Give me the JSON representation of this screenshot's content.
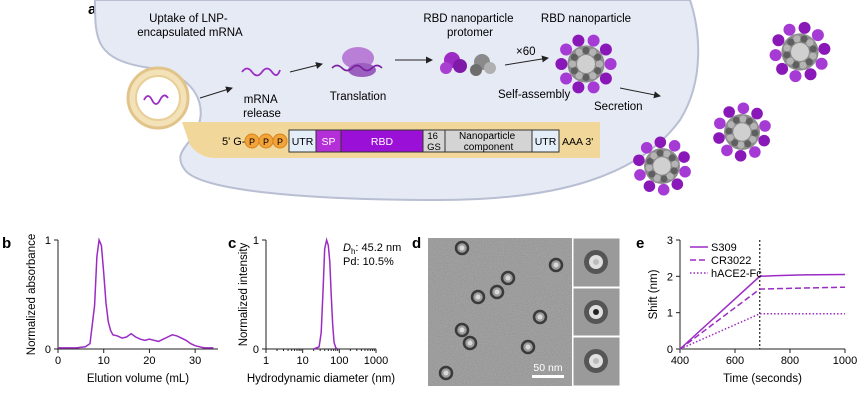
{
  "panel_a": {
    "letter": "a",
    "uptake": [
      "Uptake of LNP-",
      "encapsulated mRNA"
    ],
    "release": [
      "mRNA",
      "release"
    ],
    "translation": "Translation",
    "protomer": [
      "RBD nanoparticle",
      "protomer"
    ],
    "nanoparticle": "RBD nanoparticle",
    "times": "×60",
    "self_assembly": "Self-assembly",
    "secretion": "Secretion",
    "construct": {
      "five_prime": "5' G-",
      "p": "P",
      "utr": "UTR",
      "sp": "SP",
      "rbd": "RBD",
      "gs_top": "16",
      "gs_bottom": "GS",
      "np_top": "Nanoparticle",
      "np_bottom": "component",
      "utr2": "UTR",
      "tail": "AAA 3'"
    }
  },
  "panel_d": {
    "letter": "d",
    "scale_label": "50 nm"
  },
  "chart_data": [
    {
      "panel": "b",
      "type": "line",
      "xlabel": "Elution volume (mL)",
      "ylabel": "Normalized absorbance",
      "xlim": [
        0,
        35
      ],
      "ylim": [
        0,
        1
      ],
      "xticks": [
        "0",
        "10",
        "20",
        "30"
      ],
      "yticks": [
        "0",
        "1"
      ],
      "series": [
        {
          "x": [
            0,
            4,
            6,
            7,
            8,
            8.5,
            9,
            9.5,
            10,
            10.5,
            11,
            11.5,
            12,
            13,
            14,
            15,
            16,
            17,
            18,
            19,
            20,
            21,
            22,
            23,
            24,
            25,
            26,
            27,
            28,
            29,
            30,
            31,
            32,
            33,
            34
          ],
          "y": [
            0.01,
            0.01,
            0.02,
            0.05,
            0.4,
            0.85,
            1.0,
            0.95,
            0.7,
            0.42,
            0.25,
            0.17,
            0.13,
            0.12,
            0.1,
            0.11,
            0.14,
            0.11,
            0.09,
            0.08,
            0.09,
            0.08,
            0.07,
            0.09,
            0.11,
            0.13,
            0.12,
            0.1,
            0.08,
            0.05,
            0.03,
            0.02,
            0.01,
            0.01,
            0.01
          ]
        }
      ]
    },
    {
      "panel": "c",
      "type": "line",
      "xscale": "log",
      "xlabel": "Hydrodynamic diameter (nm)",
      "ylabel": "Normalized intensity",
      "xlim": [
        1,
        1000
      ],
      "ylim": [
        0,
        1
      ],
      "xticks": [
        "1",
        "10",
        "100",
        "1000"
      ],
      "yticks": [
        "0",
        "1"
      ],
      "annotation": {
        "dh_symbol": "D",
        "dh_sub": "h",
        "dh_value": ": 45.2 nm",
        "pd": "Pd: 10.5%"
      },
      "series": [
        {
          "x": [
            20,
            28,
            32,
            36,
            40,
            45,
            50,
            55,
            60,
            66,
            72,
            80,
            90
          ],
          "y": [
            0,
            0.02,
            0.15,
            0.55,
            0.92,
            1.0,
            0.95,
            0.8,
            0.5,
            0.22,
            0.06,
            0.01,
            0
          ]
        }
      ]
    },
    {
      "panel": "e",
      "type": "line",
      "xlabel": "Time (seconds)",
      "ylabel": "Shift (nm)",
      "xlim": [
        400,
        1000
      ],
      "ylim": [
        0,
        3
      ],
      "xticks": [
        "400",
        "600",
        "800",
        "1000"
      ],
      "yticks": [
        "0",
        "1",
        "2",
        "3"
      ],
      "legend_position": "top-left",
      "vline_x": 690,
      "series": [
        {
          "name": "S309",
          "style": "solid",
          "x": [
            400,
            690,
            750,
            850,
            1000
          ],
          "y": [
            0,
            2.0,
            2.02,
            2.04,
            2.05
          ]
        },
        {
          "name": "CR3022",
          "style": "dashed",
          "x": [
            400,
            690,
            750,
            850,
            1000
          ],
          "y": [
            0,
            1.65,
            1.66,
            1.68,
            1.7
          ]
        },
        {
          "name": "hACE2-Fc",
          "style": "dotted",
          "x": [
            400,
            690,
            750,
            850,
            1000
          ],
          "y": [
            0,
            0.97,
            0.97,
            0.97,
            0.97
          ]
        }
      ]
    }
  ],
  "colors": {
    "purple": "#9b2bc4",
    "cell": "#e6eaf5",
    "construct_band": "#f2d79a",
    "phosphate": "#f2a33a"
  }
}
